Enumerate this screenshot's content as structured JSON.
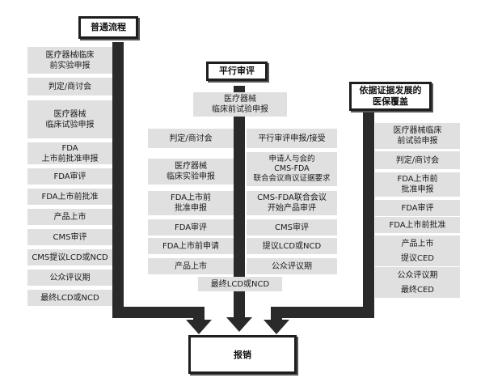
{
  "headers": {
    "standard": "普通流程",
    "parallel": "平行审评",
    "evidence": "依据证据发展的\n医保覆盖"
  },
  "end_box": "报销",
  "standard_steps": [
    "医疗器械临床\n前实验申报",
    "判定/商讨会",
    "医疗器械\n临床试验申报",
    "FDA\n上市前批准申报",
    "FDA审评",
    "FDA上市前批准",
    "产品上市",
    "CMS审评",
    "CMS提议LCD或NCD",
    "公众评议期",
    "最终LCD或NCD"
  ],
  "parallel_top": "医疗器械\n临床前试验申报",
  "parallel_left": [
    "判定/商讨会",
    "医疗器械\n临床实验申报",
    "FDA上市前\n批准申报",
    "FDA审评",
    "FDA上市前申请",
    "产品上市"
  ],
  "parallel_right": [
    "平行审评申报/接受",
    "申请人与会的\nCMS-FDA\n联合会议商议证据要求",
    "CMS-FDA联合会议\n开始产品审评",
    "CMS审评",
    "提议LCD或NCD",
    "公众评议期"
  ],
  "parallel_bottom": "最终LCD或NCD",
  "evidence_steps": [
    "医疗器械临床\n前试验申报",
    "判定/商讨会",
    "FDA上市前\n批准申报",
    "FDA审评",
    "FDA上市前批准",
    "产品上市",
    "提议CED",
    "公众评议期",
    "最终CED"
  ]
}
